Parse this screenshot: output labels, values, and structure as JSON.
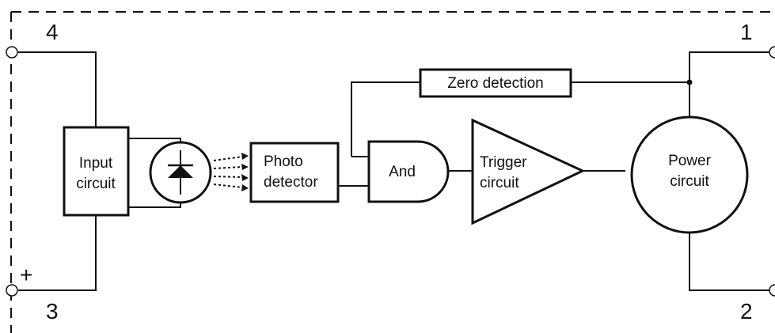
{
  "terminals": {
    "t4": "4",
    "t3": "3",
    "t1": "1",
    "t2": "2",
    "plus": "+"
  },
  "blocks": {
    "input": [
      "Input",
      "circuit"
    ],
    "photo": [
      "Photo",
      "detector"
    ],
    "zero": "Zero detection",
    "and": "And",
    "trigger": [
      "Trigger",
      "circuit"
    ],
    "power": [
      "Power",
      "circuit"
    ]
  },
  "icons": {
    "led": "led-icon",
    "light_rays": "light-rays-icon"
  },
  "colors": {
    "ink": "#111111",
    "background": "#ffffff"
  }
}
